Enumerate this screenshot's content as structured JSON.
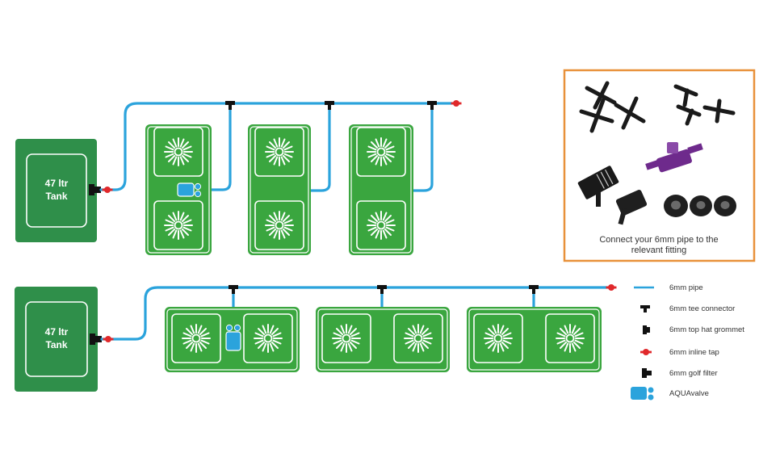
{
  "tanks": [
    {
      "line1": "47 ltr",
      "line2": "Tank"
    },
    {
      "line1": "47 ltr",
      "line2": "Tank"
    }
  ],
  "fittings_caption": [
    "Connect your 6mm pipe to the",
    "relevant fitting"
  ],
  "legend": [
    {
      "label": "6mm pipe",
      "icon": "pipe-icon"
    },
    {
      "label": "6mm tee connector",
      "icon": "tee-connector-icon"
    },
    {
      "label": "6mm top hat grommet",
      "icon": "grommet-icon"
    },
    {
      "label": "6mm inline tap",
      "icon": "inline-tap-icon"
    },
    {
      "label": "6mm golf filter",
      "icon": "golf-filter-icon"
    },
    {
      "label": "AQUAvalve",
      "icon": "aquavalve-icon"
    }
  ],
  "colors": {
    "tray_green": "#3aa63f",
    "tank_green": "#2f8f4a",
    "pipe_blue": "#2ba3dc",
    "tap_red": "#e0282b",
    "valve_blue": "#2ba3dc",
    "fitting_purple": "#6e2a8c",
    "panel_border": "#e8913a"
  }
}
